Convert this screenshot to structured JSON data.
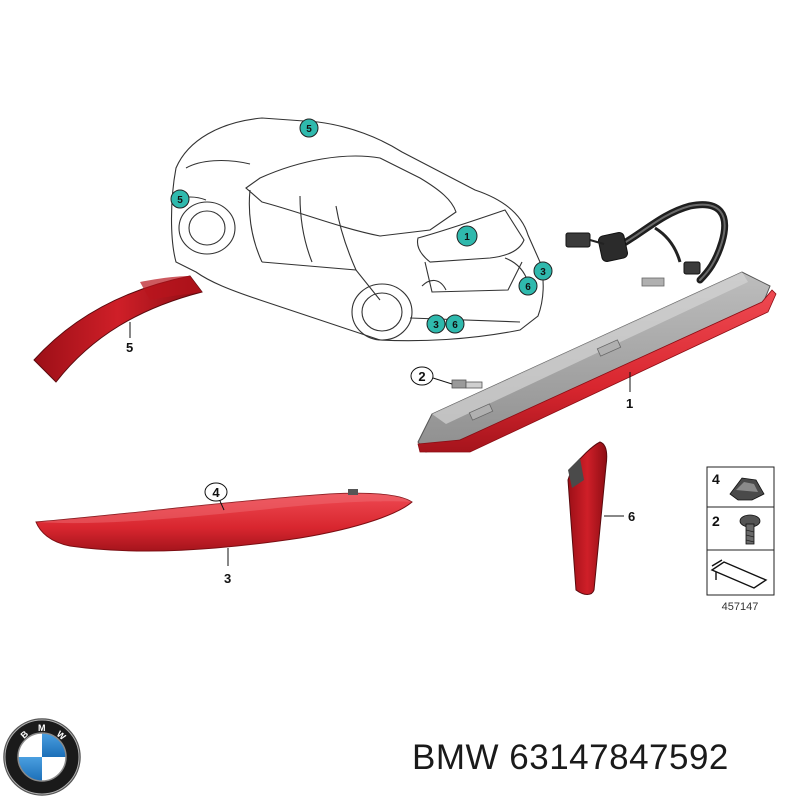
{
  "callouts": {
    "part_1": "1",
    "part_2": "2",
    "part_3": "3",
    "part_4": "4",
    "part_5": "5",
    "part_6": "6"
  },
  "car_markers": {
    "roof": "5",
    "side_front": "5",
    "tailgate": "1",
    "right_upper": "3",
    "right_lower": "6",
    "bumper_left": "3",
    "bumper_right": "6"
  },
  "legend": {
    "row_1_number": "4",
    "row_2_number": "2",
    "diagram_code": "457147"
  },
  "footer": {
    "brand": "BMW",
    "part_number": "63147847592"
  },
  "colors": {
    "reflector_red": "#d8262f",
    "marker_teal": "#2fb9ad",
    "light_body_gray": "#a9a9a9"
  }
}
